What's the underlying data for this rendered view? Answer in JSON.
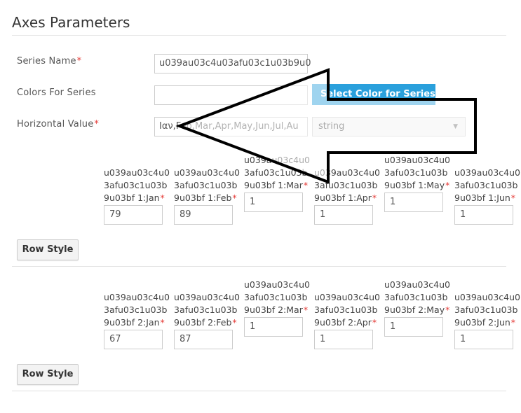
{
  "page": {
    "title": "Axes Parameters"
  },
  "form": {
    "series_name": {
      "label": "Series Name",
      "required_mark": "*",
      "value": "u039au03c4u03afu03c1u03b9u0"
    },
    "colors": {
      "label": "Colors For Series",
      "value": "",
      "button_label": "Select Color for Series"
    },
    "horizontal": {
      "label": "Horizontal Value",
      "required_mark": "*",
      "value": "Ιαν,Feb,Mar,Apr,May,Jun,Jul,Au",
      "type_value": "string"
    }
  },
  "rows": [
    {
      "cells": [
        {
          "label": "u039au03c4u03afu03c1u03b9u03bf 1:Jan",
          "required_mark": "*",
          "value": "79"
        },
        {
          "label": "u039au03c4u03afu03c1u03b9u03bf 1:Feb",
          "required_mark": "*",
          "value": "89"
        },
        {
          "label": "u039au03c4u03afu03c1u03b9u03bf 1:Mar",
          "required_mark": "*",
          "value": "1"
        },
        {
          "label": "u039au03c4u03afu03c1u03b9u03bf 1:Apr",
          "required_mark": "*",
          "value": "1"
        },
        {
          "label": "u039au03c4u03afu03c1u03b9u03bf 1:May",
          "required_mark": "*",
          "value": "1"
        },
        {
          "label": "u039au03c4u03afu03c1u03b9u03bf 1:Jun",
          "required_mark": "*",
          "value": "1"
        }
      ],
      "row_style_label": "Row Style"
    },
    {
      "cells": [
        {
          "label": "u039au03c4u03afu03c1u03b9u03bf 2:Jan",
          "required_mark": "*",
          "value": "67"
        },
        {
          "label": "u039au03c4u03afu03c1u03b9u03bf 2:Feb",
          "required_mark": "*",
          "value": "87"
        },
        {
          "label": "u039au03c4u03afu03c1u03b9u03bf 2:Mar",
          "required_mark": "*",
          "value": "1"
        },
        {
          "label": "u039au03c4u03afu03c1u03b9u03bf 2:Apr",
          "required_mark": "*",
          "value": "1"
        },
        {
          "label": "u039au03c4u03afu03c1u03b9u03bf 2:May",
          "required_mark": "*",
          "value": "1"
        },
        {
          "label": "u039au03c4u03afu03c1u03b9u03bf 2:Jun",
          "required_mark": "*",
          "value": "1"
        }
      ],
      "row_style_label": "Row Style"
    }
  ],
  "colors": {
    "accent": "#2aa0dc",
    "required": "#e53935"
  }
}
